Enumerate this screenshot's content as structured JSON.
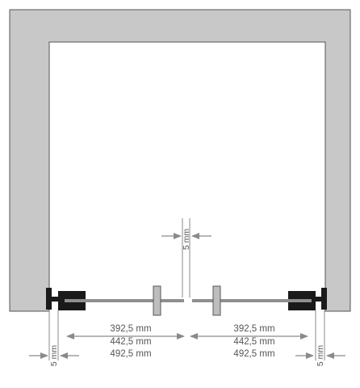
{
  "colors": {
    "wall": "#c8c8c8",
    "wall_outline": "#555555",
    "door_rail": "#8f8f8f",
    "handle_fill": "#bdbdbd",
    "handle_outline": "#555555",
    "profile": "#1a1a1a",
    "dimension": "#8a8a8a",
    "text": "#555555"
  },
  "dimensions": {
    "gap_top": "5 mm",
    "gap_left": "5 mm",
    "gap_right": "5 mm",
    "left_width_1": "392,5 mm",
    "left_width_2": "442,5 mm",
    "left_width_3": "492,5 mm",
    "right_width_1": "392,5 mm",
    "right_width_2": "442,5 mm",
    "right_width_3": "492,5 mm"
  }
}
